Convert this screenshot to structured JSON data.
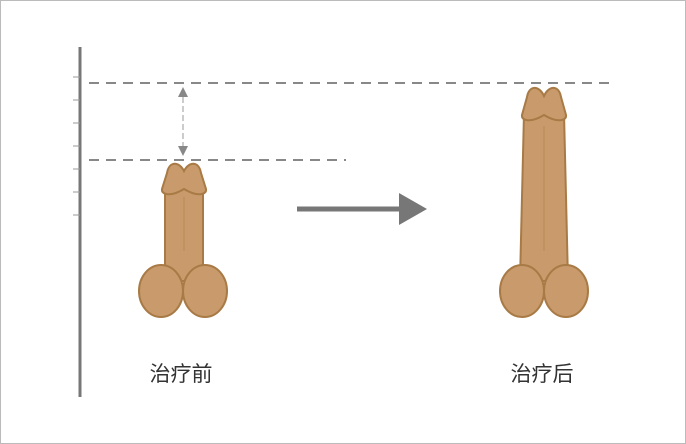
{
  "labels": {
    "before": "治疗前",
    "after": "治疗后"
  },
  "colors": {
    "skin": "#c99a6b",
    "outline": "#a87a45",
    "guide": "#888888",
    "axis": "#777777"
  },
  "length_increase_ticks": 3
}
